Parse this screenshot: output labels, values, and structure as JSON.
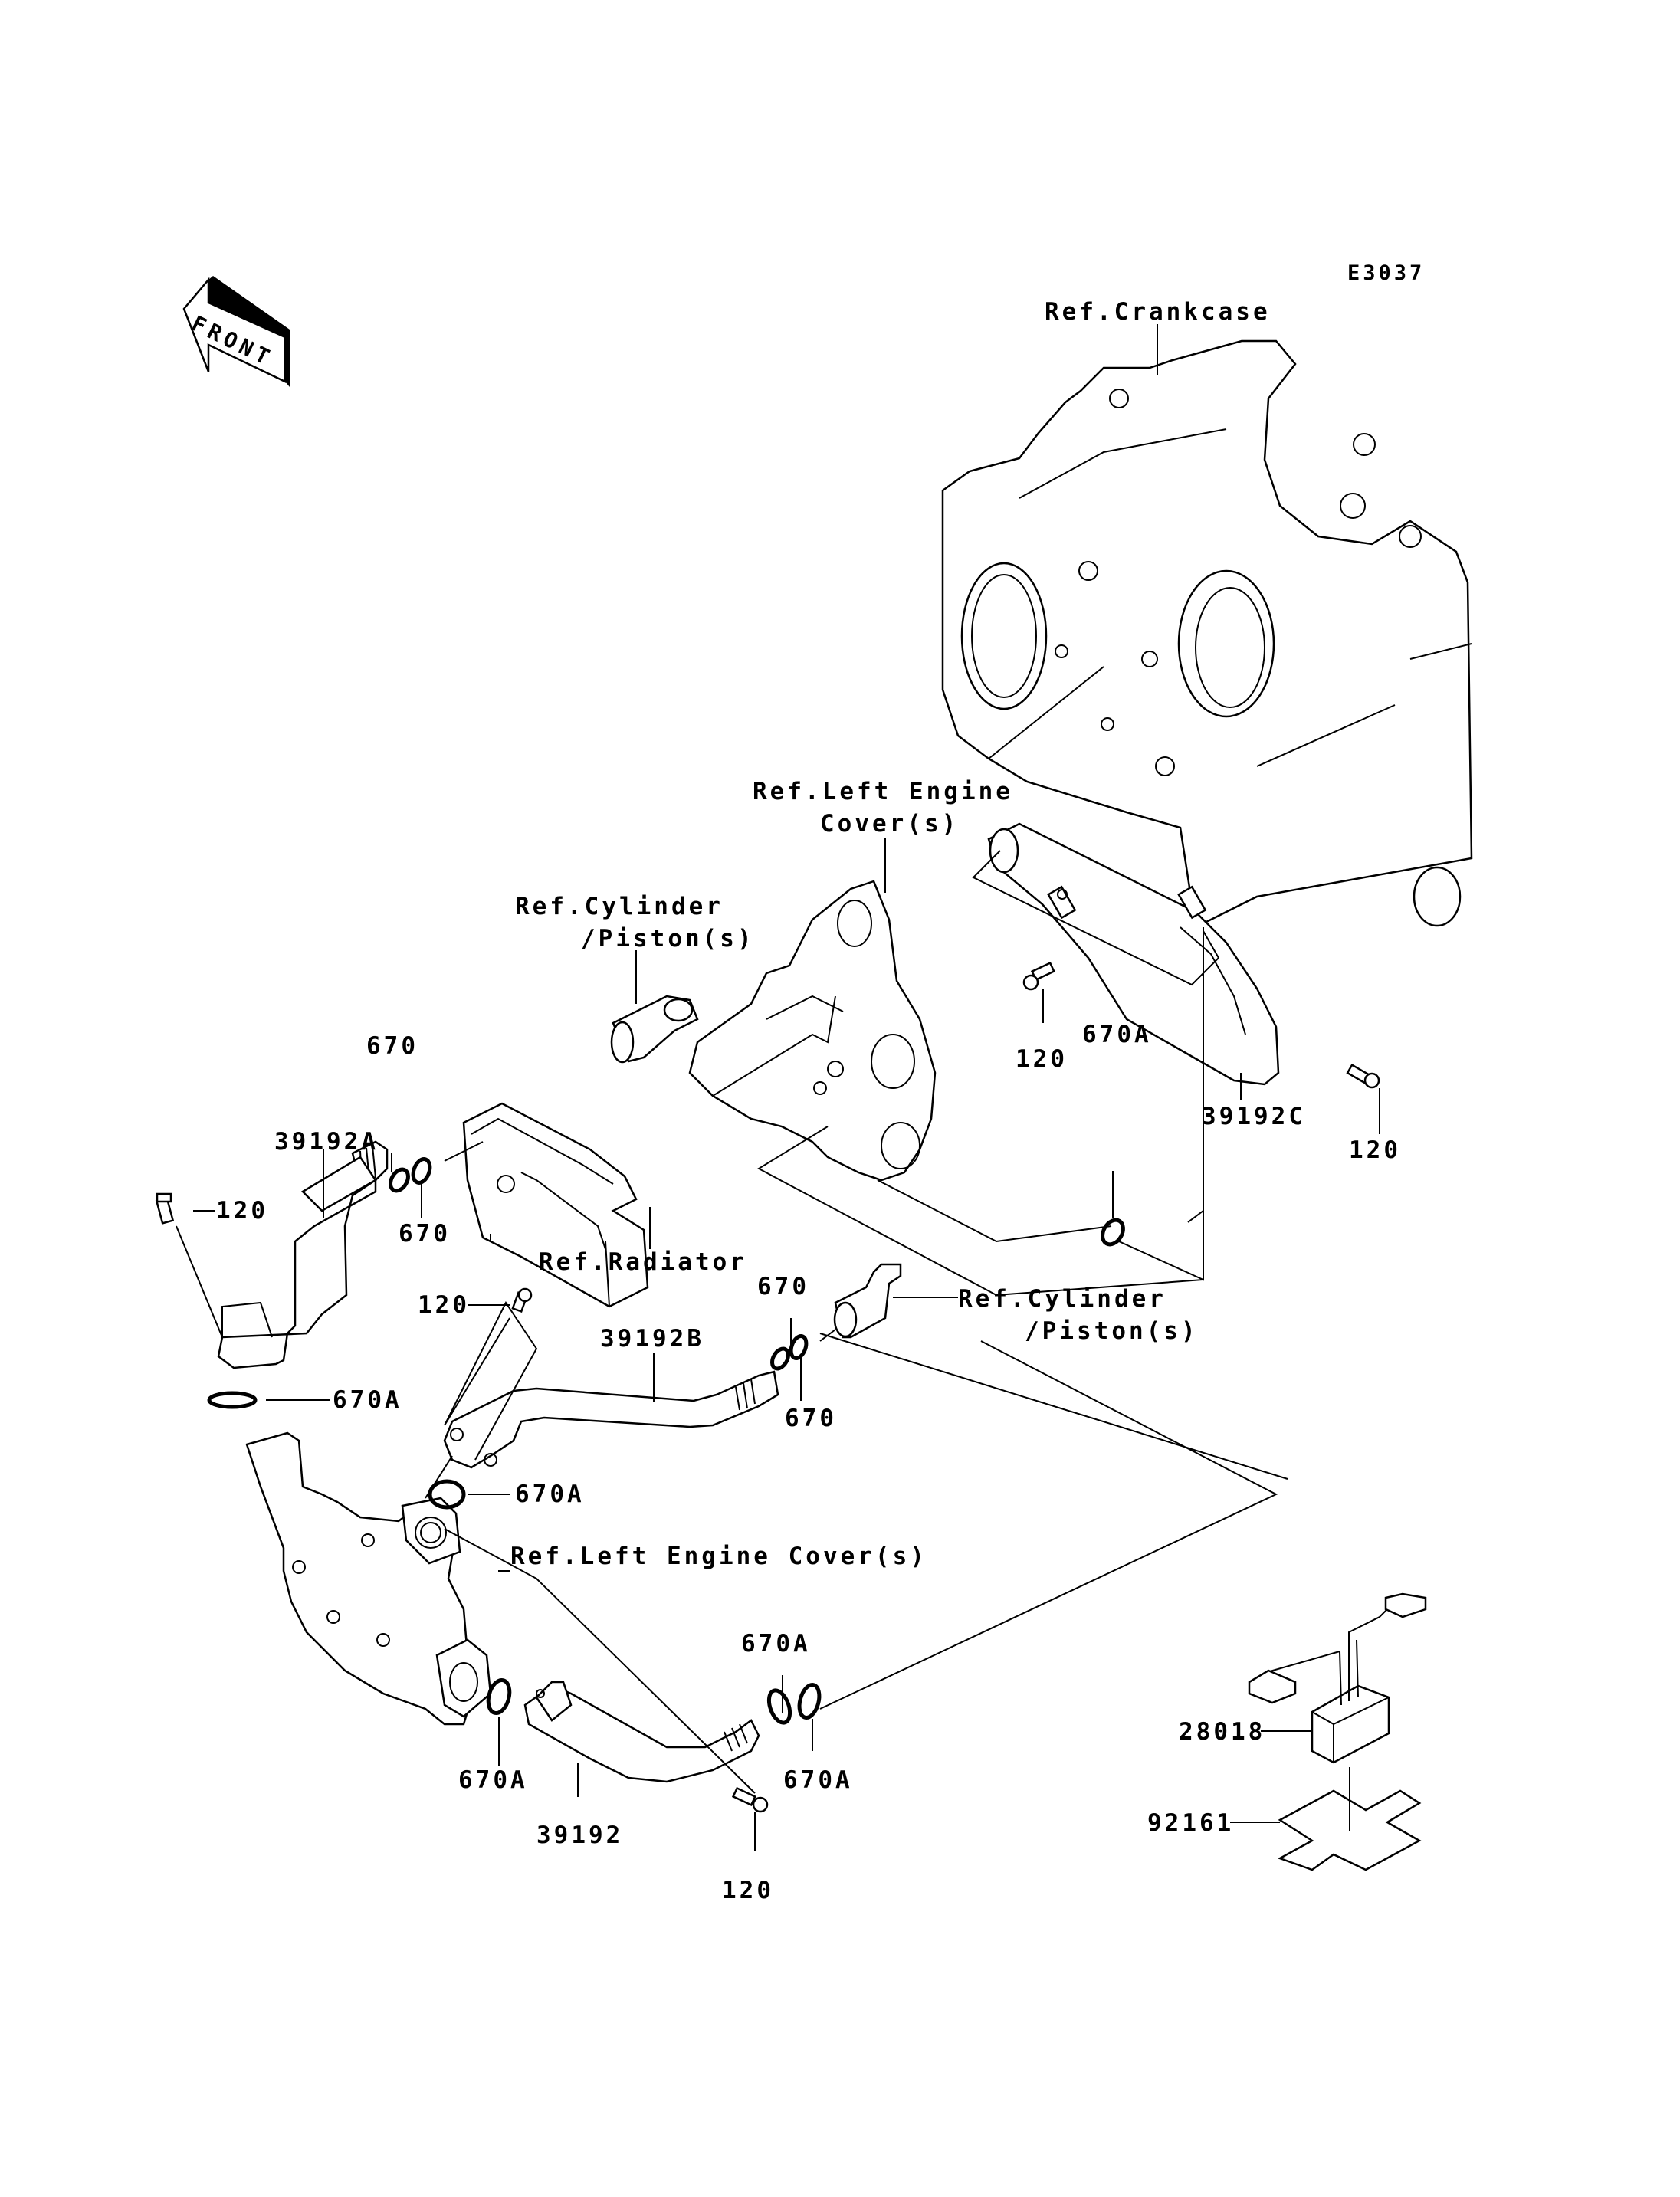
{
  "diagram": {
    "code": "E3037",
    "front_indicator": "FRONT",
    "references": {
      "crankcase": "Ref.Crankcase",
      "left_engine_cover_top_l1": "Ref.Left Engine",
      "left_engine_cover_top_l2": "Cover(s)",
      "cylinder_piston_top_l1": "Ref.Cylinder",
      "cylinder_piston_top_l2": "/Piston(s)",
      "radiator": "Ref.Radiator",
      "cylinder_piston_mid_l1": "Ref.Cylinder",
      "cylinder_piston_mid_l2": "/Piston(s)",
      "left_engine_cover_bottom": "Ref.Left Engine Cover(s)"
    },
    "part_labels": {
      "bolt_120_a": "120",
      "bolt_120_b": "120",
      "bolt_120_c": "120",
      "bolt_120_d": "120",
      "bolt_120_e": "120",
      "pipe_39192A": "39192A",
      "pipe_39192B": "39192B",
      "pipe_39192C": "39192C",
      "pipe_39192": "39192",
      "oring_670_a": "670",
      "oring_670_b": "670",
      "oring_670_c": "670",
      "oring_670_d": "670",
      "oring_670A_a": "670A",
      "oring_670A_b": "670A",
      "oring_670A_c": "670A",
      "oring_670A_d": "670A",
      "oring_670A_e": "670A",
      "oring_670A_f": "670A",
      "module_28018": "28018",
      "pad_92161": "92161"
    }
  }
}
